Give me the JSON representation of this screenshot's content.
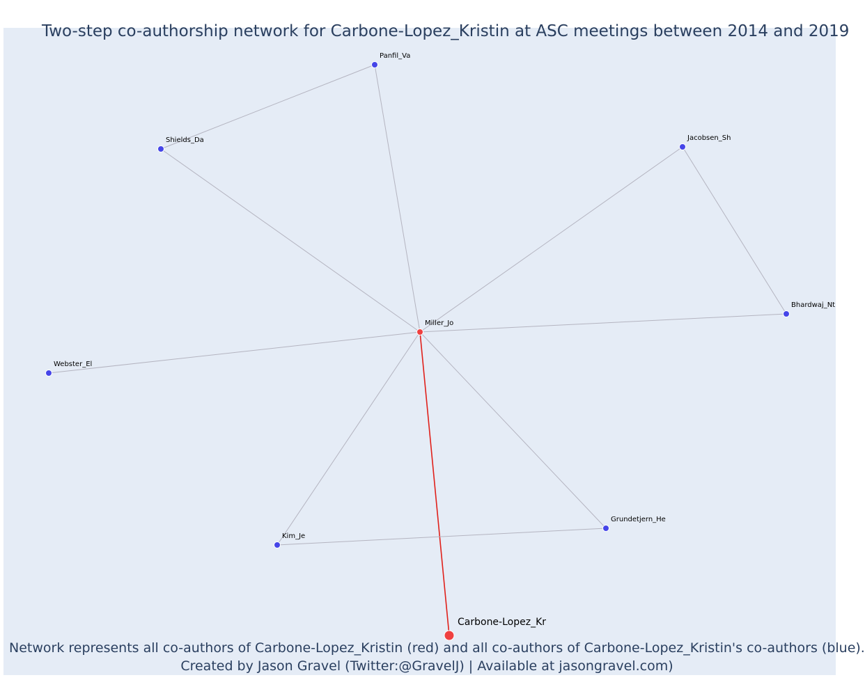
{
  "title": "Two-step co-authorship network for Carbone-Lopez_Kristin at ASC meetings between 2014 and 2019",
  "caption": {
    "line1": "Network represents all co-authors of Carbone-Lopez_Kristin (red) and all co-authors of Carbone-Lopez_Kristin's co-authors (blue).",
    "line2": "Created by Jason Gravel (Twitter:@GravelJ) | Available at jasongravel.com)"
  },
  "colors": {
    "background": "#e5ecf6",
    "co_author_node": "#4545e8",
    "ego_node": "#ef4040",
    "edge": "#b4b4c0",
    "ego_edge": "#e0201a"
  },
  "network": {
    "ego": "Carbone-Lopez_Kr",
    "nodes": [
      {
        "id": "Carbone-Lopez_Kr",
        "label": "Carbone-Lopez_Kr",
        "role": "ego"
      },
      {
        "id": "Miller_Jo",
        "label": "Miller_Jo",
        "role": "co-author"
      },
      {
        "id": "Panfil_Va",
        "label": "Panfil_Va",
        "role": "second-step"
      },
      {
        "id": "Shields_Da",
        "label": "Shields_Da",
        "role": "second-step"
      },
      {
        "id": "Jacobsen_Sh",
        "label": "Jacobsen_Sh",
        "role": "second-step"
      },
      {
        "id": "Bhardwaj_Nt",
        "label": "Bhardwaj_Nt",
        "role": "second-step"
      },
      {
        "id": "Webster_El",
        "label": "Webster_El",
        "role": "second-step"
      },
      {
        "id": "Kim_Je",
        "label": "Kim_Je",
        "role": "second-step"
      },
      {
        "id": "Grundetjern_He",
        "label": "Grundetjern_He",
        "role": "second-step"
      }
    ],
    "edges": [
      {
        "source": "Carbone-Lopez_Kr",
        "target": "Miller_Jo",
        "ego_tie": true
      },
      {
        "source": "Miller_Jo",
        "target": "Panfil_Va"
      },
      {
        "source": "Miller_Jo",
        "target": "Shields_Da"
      },
      {
        "source": "Shields_Da",
        "target": "Panfil_Va"
      },
      {
        "source": "Miller_Jo",
        "target": "Jacobsen_Sh"
      },
      {
        "source": "Jacobsen_Sh",
        "target": "Bhardwaj_Nt"
      },
      {
        "source": "Miller_Jo",
        "target": "Bhardwaj_Nt"
      },
      {
        "source": "Miller_Jo",
        "target": "Webster_El"
      },
      {
        "source": "Miller_Jo",
        "target": "Kim_Je"
      },
      {
        "source": "Miller_Jo",
        "target": "Grundetjern_He"
      },
      {
        "source": "Kim_Je",
        "target": "Grundetjern_He"
      }
    ]
  }
}
